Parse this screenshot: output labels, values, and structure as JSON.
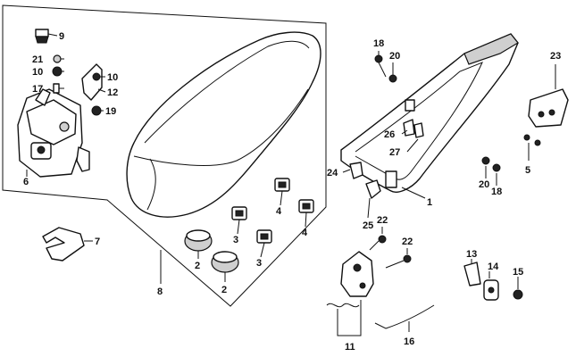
{
  "callouts": {
    "c1": "1",
    "c2a": "2",
    "c2b": "2",
    "c3a": "3",
    "c3b": "3",
    "c4a": "4",
    "c4b": "4",
    "c5": "5",
    "c6": "6",
    "c7": "7",
    "c8": "8",
    "c9": "9",
    "c10a": "10",
    "c10b": "10",
    "c11": "11",
    "c12": "12",
    "c13": "13",
    "c14": "14",
    "c15": "15",
    "c16": "16",
    "c17": "17",
    "c18a": "18",
    "c18b": "18",
    "c19": "19",
    "c20a": "20",
    "c20b": "20",
    "c21": "21",
    "c22a": "22",
    "c22b": "22",
    "c23": "23",
    "c24": "24",
    "c25": "25",
    "c26": "26",
    "c27": "27"
  }
}
